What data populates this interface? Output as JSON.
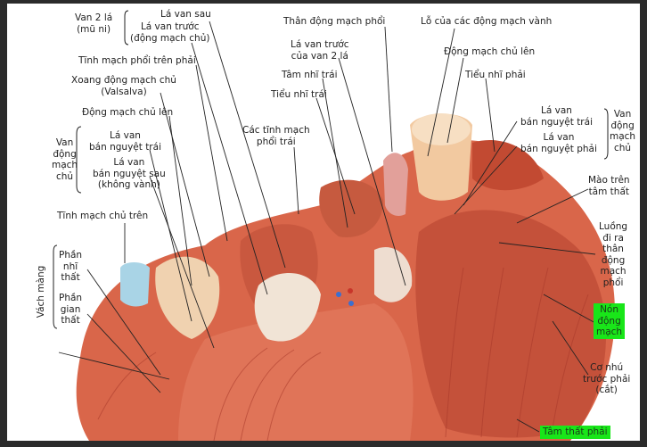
{
  "labels": {
    "van_2_la": "Van 2 lá\n(mũ ni)",
    "la_van_sau": "Lá van sau",
    "la_van_truoc_dmc": "Lá van trước\n(động mạch chủ)",
    "than_dm_phoi": "Thân động mạch phổi",
    "lo_dm_vanh": "Lỗ của các động mạch vành",
    "la_van_truoc_2la": "Lá van trước\ncủa van 2 lá",
    "dmc_len_top": "Động mạch chủ lên",
    "tinh_mach_phoi_tren_phai": "Tĩnh mạch phổi trên phải",
    "tam_nhi_trai": "Tâm nhĩ trái",
    "tieu_nhi_phai": "Tiểu nhĩ phải",
    "xoang_dmc": "Xoang động mạch chủ\n(Valsalva)",
    "tieu_nhi_trai": "Tiểu nhĩ trái",
    "dmc_len_left": "Động mạch chủ lên",
    "cac_tinh_mach_phoi_trai": "Các tĩnh mạch\nphổi trái",
    "la_van_ban_nguyet_trai_r": "Lá van\nbán nguyệt trái",
    "la_van_ban_nguyet_phai_r": "Lá van\nbán nguyệt phải",
    "van_dmc_right": "Van\nđộng\nmạch\nchủ",
    "van_dmc_left": "Van\nđộng\nmạch\nchủ",
    "la_van_ban_nguyet_trai_l": "Lá van\nbán nguyệt trái",
    "la_van_ban_nguyet_sau": "Lá van\nbán nguyệt sau\n(không vành)",
    "mao_tren_tam_that": "Mào trên\ntâm thất",
    "tinh_mach_chu_tren": "Tĩnh mạch chủ trên",
    "luong_di_ra": "Luồng\nđi ra\nthân\nđộng\nmạch\nphổi",
    "vach_mang": "Vách màng",
    "phan_nhi_that": "Phần\nnhĩ\nthất",
    "phan_gian_that": "Phần\ngian\nthất",
    "non_dong_mach": "Nón\nđộng\nmạch",
    "co_nhu_truoc_phai": "Cơ nhú\ntrước phải\n(cắt)",
    "tam_that_phai": "Tâm thất phải"
  },
  "colors": {
    "highlight": "#19e619",
    "label_bg": "#ffffff",
    "muscle": "#d9664a",
    "muscle_dark": "#b8432e",
    "valve": "#f0d2b0"
  }
}
